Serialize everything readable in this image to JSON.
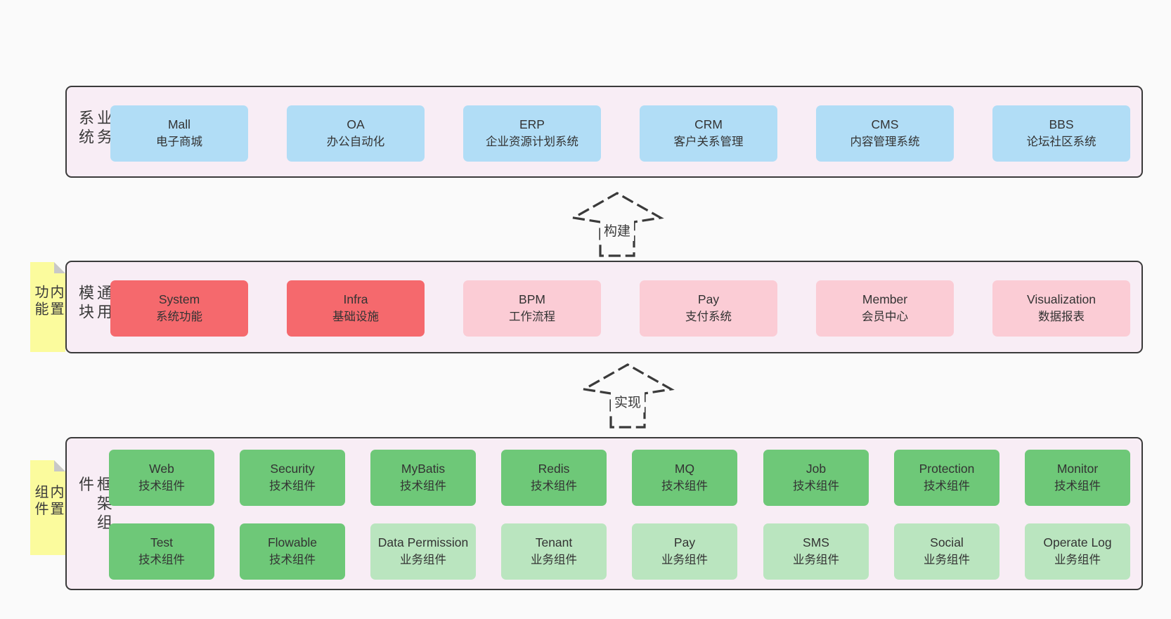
{
  "colors": {
    "page_bg": "#fafafa",
    "panel_bg": "#f8edf5",
    "panel_border": "#3a3a3a",
    "blue": "#b1ddf6",
    "red": "#f5696d",
    "pink": "#fbccd5",
    "green_dark": "#6ec878",
    "green_light": "#bae5bf",
    "note_yellow": "#fbfb9d",
    "note_fold": "#c8c8c8",
    "text": "#333333"
  },
  "arrows": [
    {
      "label": "构建"
    },
    {
      "label": "实现"
    }
  ],
  "rows": {
    "business": {
      "label": "业务系统",
      "boxes": [
        {
          "title": "Mall",
          "subtitle": "电子商城",
          "color": "blue"
        },
        {
          "title": "OA",
          "subtitle": "办公自动化",
          "color": "blue"
        },
        {
          "title": "ERP",
          "subtitle": "企业资源计划系统",
          "color": "blue"
        },
        {
          "title": "CRM",
          "subtitle": "客户关系管理",
          "color": "blue"
        },
        {
          "title": "CMS",
          "subtitle": "内容管理系统",
          "color": "blue"
        },
        {
          "title": "BBS",
          "subtitle": "论坛社区系统",
          "color": "blue"
        }
      ]
    },
    "modules": {
      "label": "通用模块",
      "note": "内置功能",
      "boxes": [
        {
          "title": "System",
          "subtitle": "系统功能",
          "color": "red"
        },
        {
          "title": "Infra",
          "subtitle": "基础设施",
          "color": "red"
        },
        {
          "title": "BPM",
          "subtitle": "工作流程",
          "color": "pink"
        },
        {
          "title": "Pay",
          "subtitle": "支付系统",
          "color": "pink"
        },
        {
          "title": "Member",
          "subtitle": "会员中心",
          "color": "pink"
        },
        {
          "title": "Visualization",
          "subtitle": "数据报表",
          "color": "pink"
        }
      ]
    },
    "framework": {
      "label": "框架组件",
      "note": "内置组件",
      "row1": [
        {
          "title": "Web",
          "subtitle": "技术组件",
          "color": "green_dark"
        },
        {
          "title": "Security",
          "subtitle": "技术组件",
          "color": "green_dark"
        },
        {
          "title": "MyBatis",
          "subtitle": "技术组件",
          "color": "green_dark"
        },
        {
          "title": "Redis",
          "subtitle": "技术组件",
          "color": "green_dark"
        },
        {
          "title": "MQ",
          "subtitle": "技术组件",
          "color": "green_dark"
        },
        {
          "title": "Job",
          "subtitle": "技术组件",
          "color": "green_dark"
        },
        {
          "title": "Protection",
          "subtitle": "技术组件",
          "color": "green_dark"
        },
        {
          "title": "Monitor",
          "subtitle": "技术组件",
          "color": "green_dark"
        }
      ],
      "row2": [
        {
          "title": "Test",
          "subtitle": "技术组件",
          "color": "green_dark"
        },
        {
          "title": "Flowable",
          "subtitle": "技术组件",
          "color": "green_dark"
        },
        {
          "title": "Data Permission",
          "subtitle": "业务组件",
          "color": "green_light"
        },
        {
          "title": "Tenant",
          "subtitle": "业务组件",
          "color": "green_light"
        },
        {
          "title": "Pay",
          "subtitle": "业务组件",
          "color": "green_light"
        },
        {
          "title": "SMS",
          "subtitle": "业务组件",
          "color": "green_light"
        },
        {
          "title": "Social",
          "subtitle": "业务组件",
          "color": "green_light"
        },
        {
          "title": "Operate Log",
          "subtitle": "业务组件",
          "color": "green_light"
        }
      ]
    }
  }
}
